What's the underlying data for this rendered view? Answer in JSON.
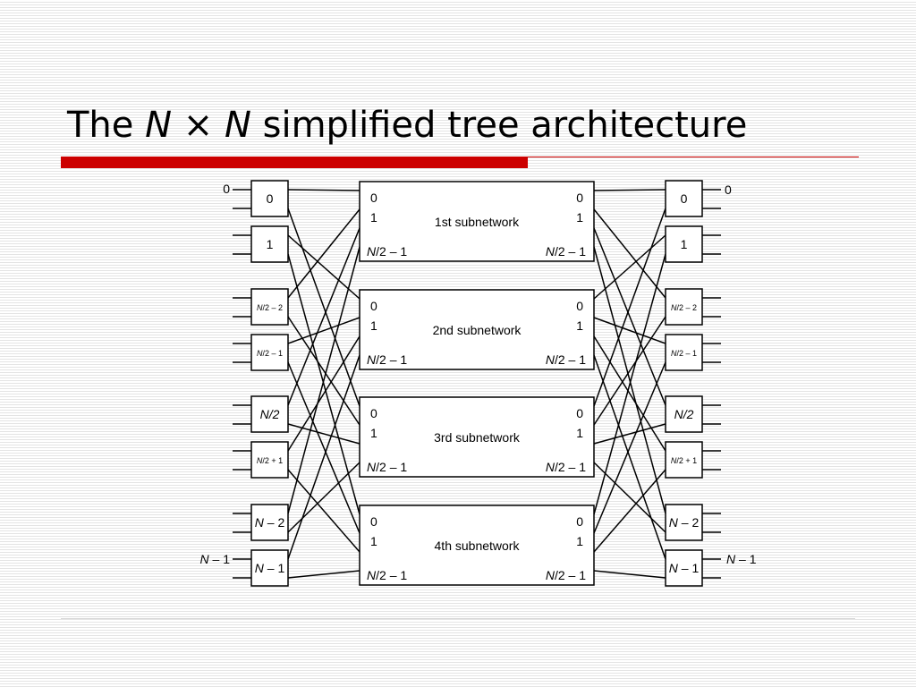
{
  "title": {
    "lead": "The",
    "var1": "N",
    "times": "×",
    "var2": "N",
    "rest": "simplified tree architecture"
  },
  "diagram": {
    "input_labels": {
      "first": {
        "text": "0"
      },
      "last": {
        "var": "N",
        "rest": " – 1"
      }
    },
    "output_labels": {
      "first": {
        "text": "0"
      },
      "last": {
        "var": "N",
        "rest": " – 1"
      }
    },
    "switch_labels": [
      {
        "text": "0"
      },
      {
        "text": "1"
      },
      {
        "var": "N",
        "rest": "/2 – 2"
      },
      {
        "var": "N",
        "rest": "/2 – 1"
      },
      {
        "var": "N/2",
        "rest": ""
      },
      {
        "var": "N",
        "rest": "/2 + 1"
      },
      {
        "var": "N",
        "rest": " – 2"
      },
      {
        "var": "N",
        "rest": " – 1"
      }
    ],
    "subnetworks": [
      {
        "name": "1st subnetwork",
        "port_first": "0",
        "port_second": "1",
        "port_last_var": "N",
        "port_last_rest": "/2 – 1"
      },
      {
        "name": "2nd subnetwork",
        "port_first": "0",
        "port_second": "1",
        "port_last_var": "N",
        "port_last_rest": "/2 – 1"
      },
      {
        "name": "3rd subnetwork",
        "port_first": "0",
        "port_second": "1",
        "port_last_var": "N",
        "port_last_rest": "/2 – 1"
      },
      {
        "name": "4th subnetwork",
        "port_first": "0",
        "port_second": "1",
        "port_last_var": "N",
        "port_last_rest": "/2 – 1"
      }
    ]
  }
}
